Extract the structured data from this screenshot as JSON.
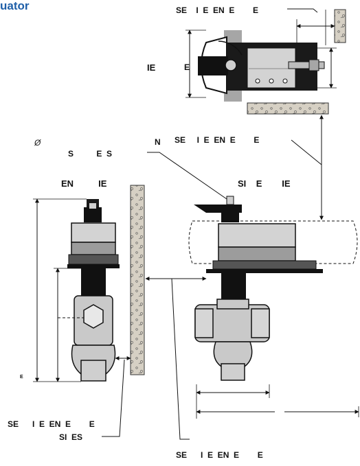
{
  "header": {
    "title": "uator",
    "title_color": "#1f5fa8"
  },
  "labels": {
    "top_service": "SE    I  E  EN  E        E",
    "top_ie": "IE",
    "top_e": "E",
    "diameter": "Ø",
    "mid_service": "SE     I  E  EN  E        E",
    "mid_n": "N",
    "ses": "S          E  S",
    "end_view": "EN          IE",
    "side_view": "SI    E        IE",
    "small_e": "E",
    "bottom_left_service": "SE      I  E  EN  E        E",
    "sides": "SI  ES",
    "bottom_service": "SE      I  E  EN  E        E"
  },
  "colors": {
    "ink": "#111111",
    "wall": "#c7c1b4",
    "actuator_body": "#d3d3d3",
    "actuator_band": "#9c9c9c",
    "valve_metal": "#c9c9c9",
    "grey_lever": "#a6a6a6"
  }
}
